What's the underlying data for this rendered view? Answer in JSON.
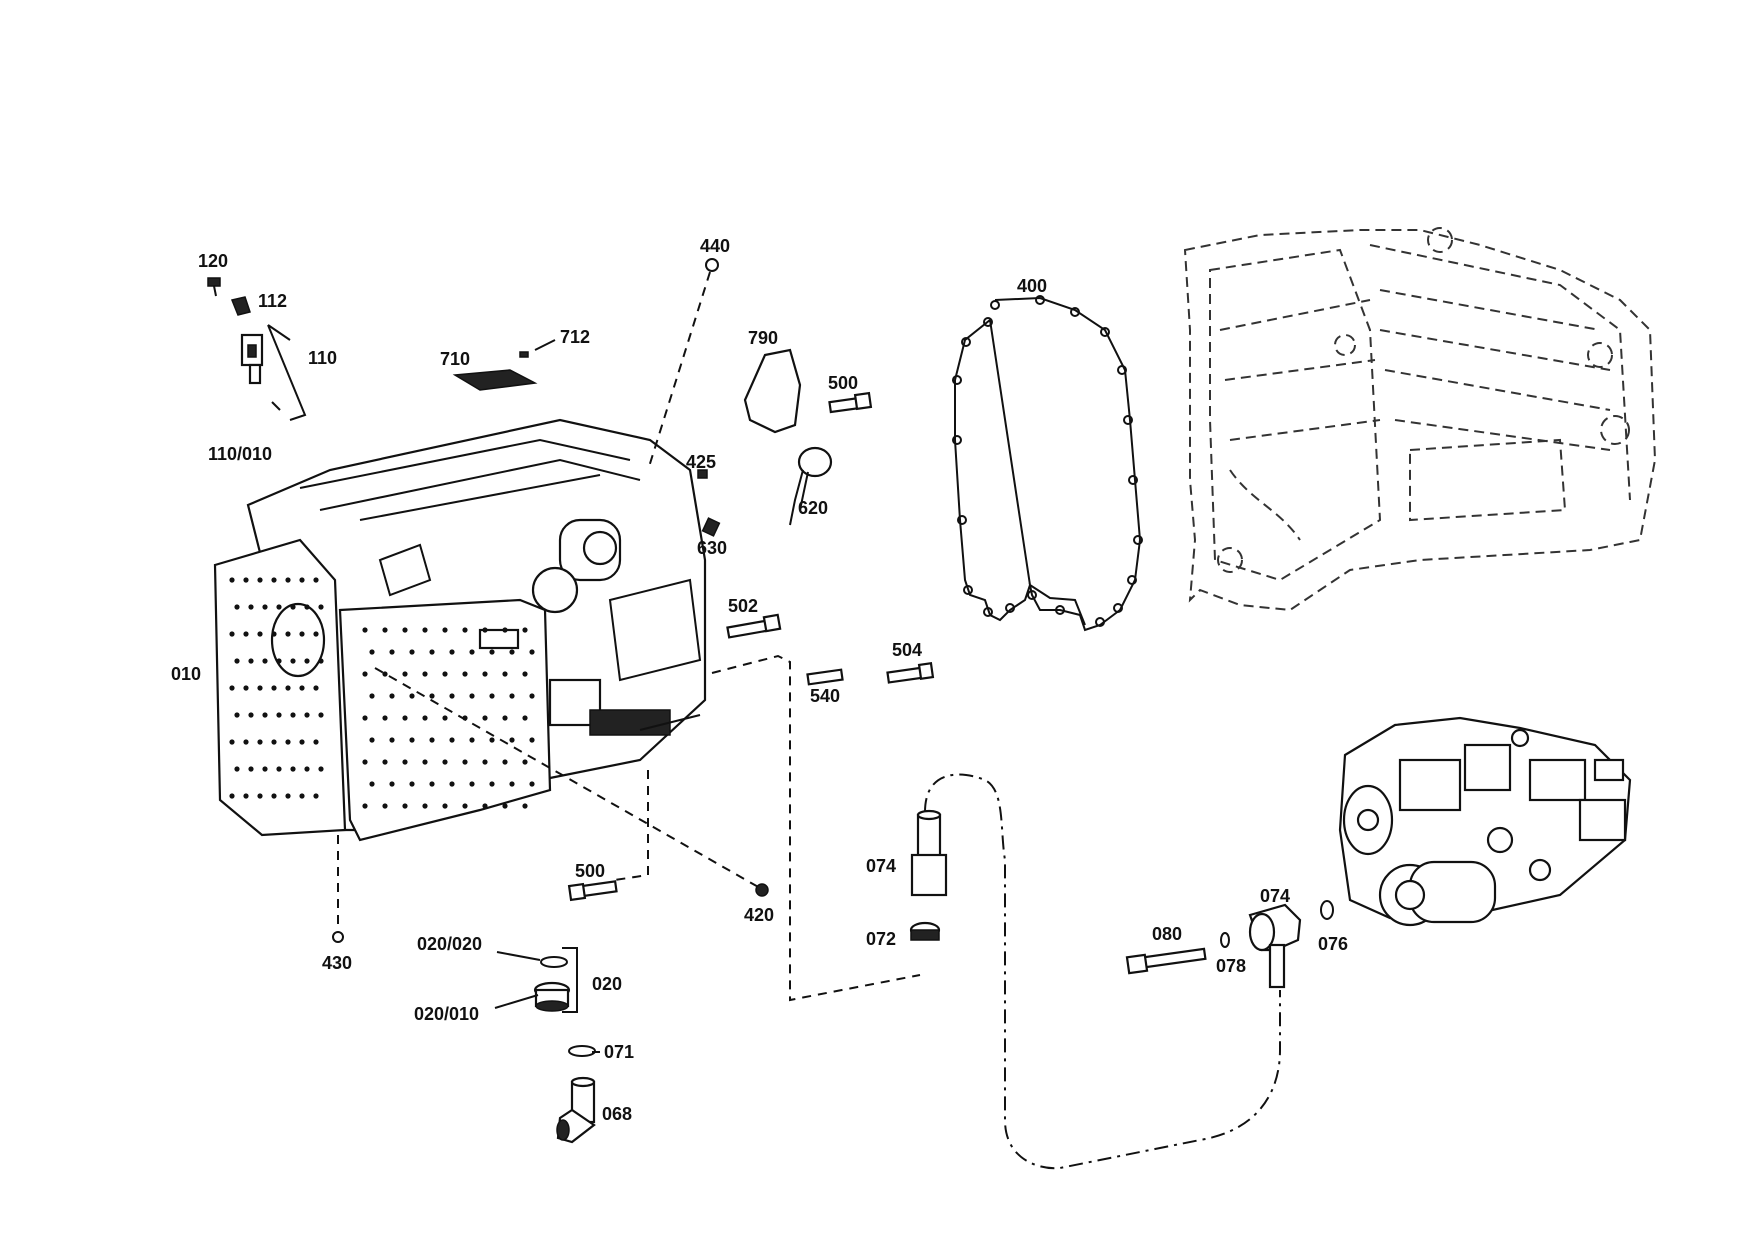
{
  "labels": {
    "p120": "120",
    "p112": "112",
    "p110": "110",
    "p110_010": "110/010",
    "p710": "710",
    "p712": "712",
    "p440": "440",
    "p790": "790",
    "p500a": "500",
    "p425": "425",
    "p620": "620",
    "p630": "630",
    "p400": "400",
    "p010": "010",
    "p502": "502",
    "p504": "504",
    "p540": "540",
    "p500b": "500",
    "p420": "420",
    "p430": "430",
    "p074a": "074",
    "p072": "072",
    "p020_020": "020/020",
    "p020": "020",
    "p020_010": "020/010",
    "p071": "071",
    "p068": "068",
    "p080": "080",
    "p074b": "074",
    "p078": "078",
    "p076": "076"
  }
}
